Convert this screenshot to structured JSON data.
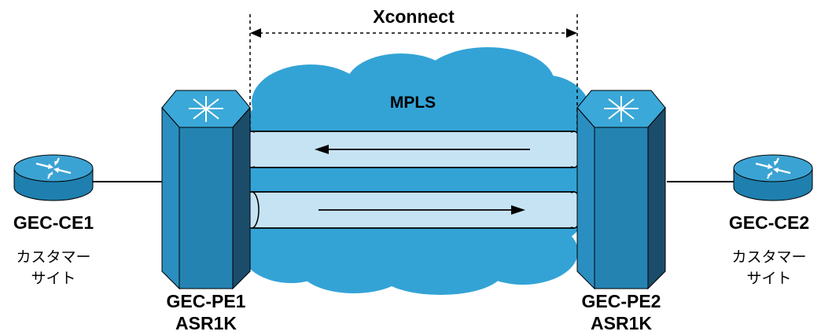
{
  "xconnect_label": "Xconnect",
  "mpls_label": "MPLS",
  "ce1": {
    "name": "GEC-CE1",
    "site_line1": "カスタマー",
    "site_line2": "サイト"
  },
  "ce2": {
    "name": "GEC-CE2",
    "site_line1": "カスタマー",
    "site_line2": "サイト"
  },
  "pe1": {
    "name": "GEC-PE1",
    "model": "ASR1K"
  },
  "pe2": {
    "name": "GEC-PE2",
    "model": "ASR1K"
  },
  "colors": {
    "cloud": "#33a3d6",
    "tunnel_fill": "#c6e3f3",
    "router_top": "#3ba3d3",
    "router_side": "#1f7fae",
    "switch_front": "#2583b2",
    "switch_top": "#3aa8d8",
    "switch_side": "#1b4d6b",
    "link_line": "#000000"
  }
}
